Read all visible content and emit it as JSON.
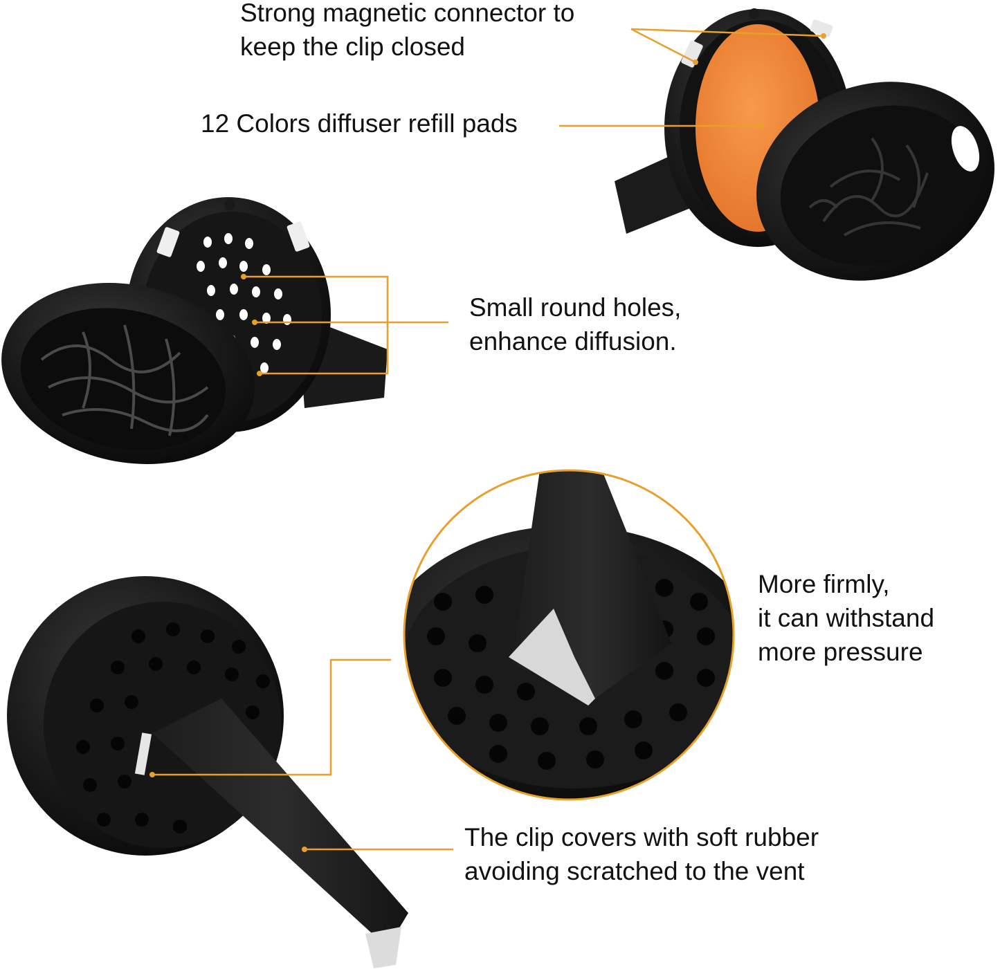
{
  "colors": {
    "background": "#ffffff",
    "leader_line": "#e8a02a",
    "metal": "#151515",
    "pad": "#f08030",
    "text": "#111111"
  },
  "captions": {
    "magnet": {
      "line1": "Strong magnetic connector to",
      "line2": "keep the clip closed"
    },
    "pads": {
      "line1": "12 Colors diffuser refill pads"
    },
    "holes": {
      "line1": "Small round holes,",
      "line2": "enhance diffusion."
    },
    "firm": {
      "line1": "More firmly,",
      "line2": "it can withstand",
      "line3": "more pressure"
    },
    "clip": {
      "line1": "The clip covers with soft rubber",
      "line2": "avoiding scratched to the vent"
    }
  },
  "images": [
    {
      "subject": "open-locket-with-orange-pad"
    },
    {
      "subject": "open-locket-back-with-holes"
    },
    {
      "subject": "closed-locket-with-vent-clip"
    },
    {
      "subject": "zoom-detail-clip-and-holes"
    }
  ]
}
